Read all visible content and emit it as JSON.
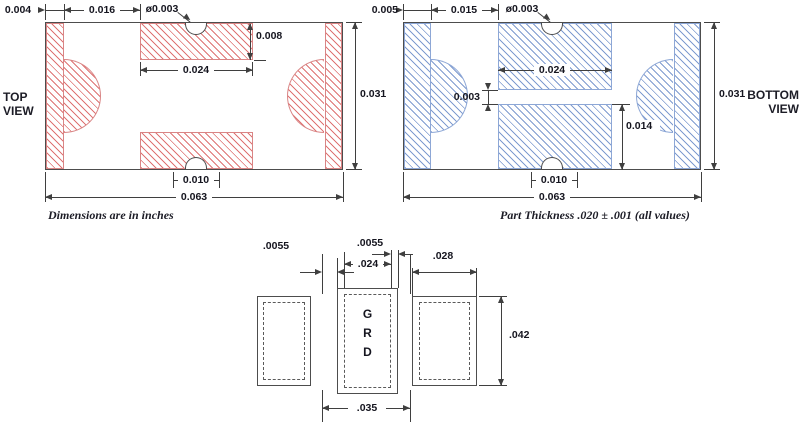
{
  "top_view": {
    "title": "TOP VIEW",
    "caption": "Dimensions are in inches",
    "d004": "0.004",
    "d016": "0.016",
    "d003dia": "ø0.003",
    "d008": "0.008",
    "d024": "0.024",
    "d031": "0.031",
    "d010": "0.010",
    "d063": "0.063"
  },
  "bottom_view": {
    "title": "BOTTOM VIEW",
    "caption": "Part Thickness .020 ± .001 (all values)",
    "d005": "0.005",
    "d015": "0.015",
    "d003dia": "ø0.003",
    "d024": "0.024",
    "d003": "0.003",
    "d014": "0.014",
    "d031": "0.031",
    "d010": "0.010",
    "d063": "0.063"
  },
  "land_pattern": {
    "letters": [
      "G",
      "R",
      "D"
    ],
    "d0055_left": ".0055",
    "d0055_top": ".0055",
    "d024": ".024",
    "d028": ".028",
    "d042": ".042",
    "d035": ".035"
  },
  "colors": {
    "top_hatch": "#db6464",
    "bottom_hatch": "#7896cd",
    "outline": "#4d4d4d"
  }
}
